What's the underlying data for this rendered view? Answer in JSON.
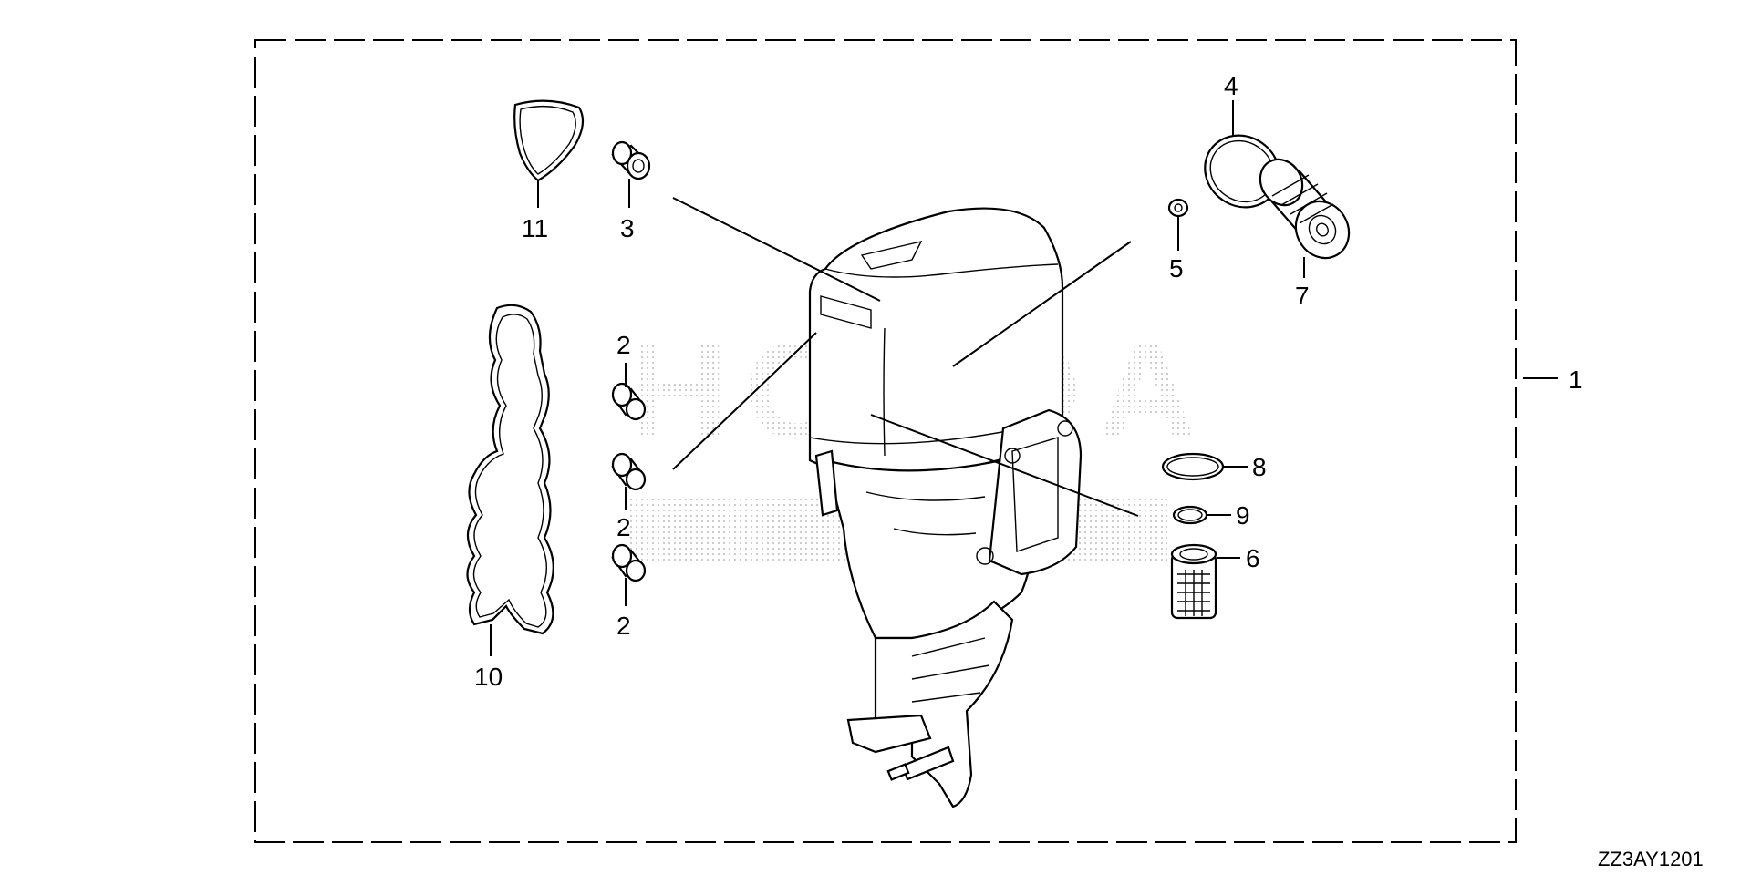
{
  "diagram": {
    "code": "ZZ3AY1201",
    "watermark": "HONDA",
    "callouts": {
      "c1": "1",
      "c2a": "2",
      "c2b": "2",
      "c2c": "2",
      "c3": "3",
      "c4": "4",
      "c5": "5",
      "c6": "6",
      "c7": "7",
      "c8": "8",
      "c9": "9",
      "c10": "10",
      "c11": "11"
    }
  }
}
